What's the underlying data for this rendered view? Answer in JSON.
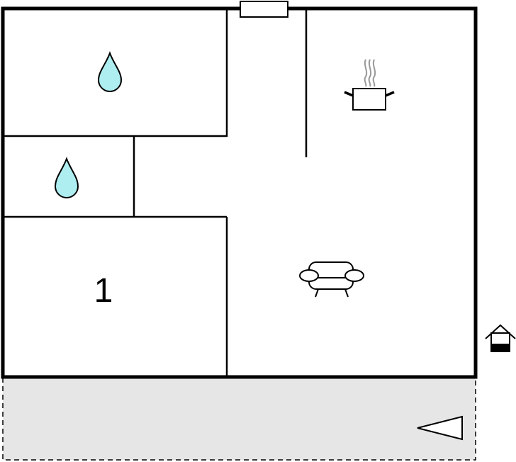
{
  "floor_plan": {
    "rooms": [
      {
        "id": "bathroom",
        "icon": "water-drop-icon"
      },
      {
        "id": "toilet",
        "icon": "water-drop-icon"
      },
      {
        "id": "bedroom",
        "label": "1"
      },
      {
        "id": "kitchen",
        "icon": "cooking-pot-icon"
      },
      {
        "id": "living-room",
        "icon": "sofa-icon"
      },
      {
        "id": "terrace",
        "icon": "direction-arrow-icon"
      }
    ],
    "entrance": {
      "icon": "entrance-house-icon"
    },
    "colors": {
      "wall": "#000000",
      "water": "#aeeef0",
      "terrace": "#e6e6e6",
      "pot_steam": "#999999"
    }
  }
}
